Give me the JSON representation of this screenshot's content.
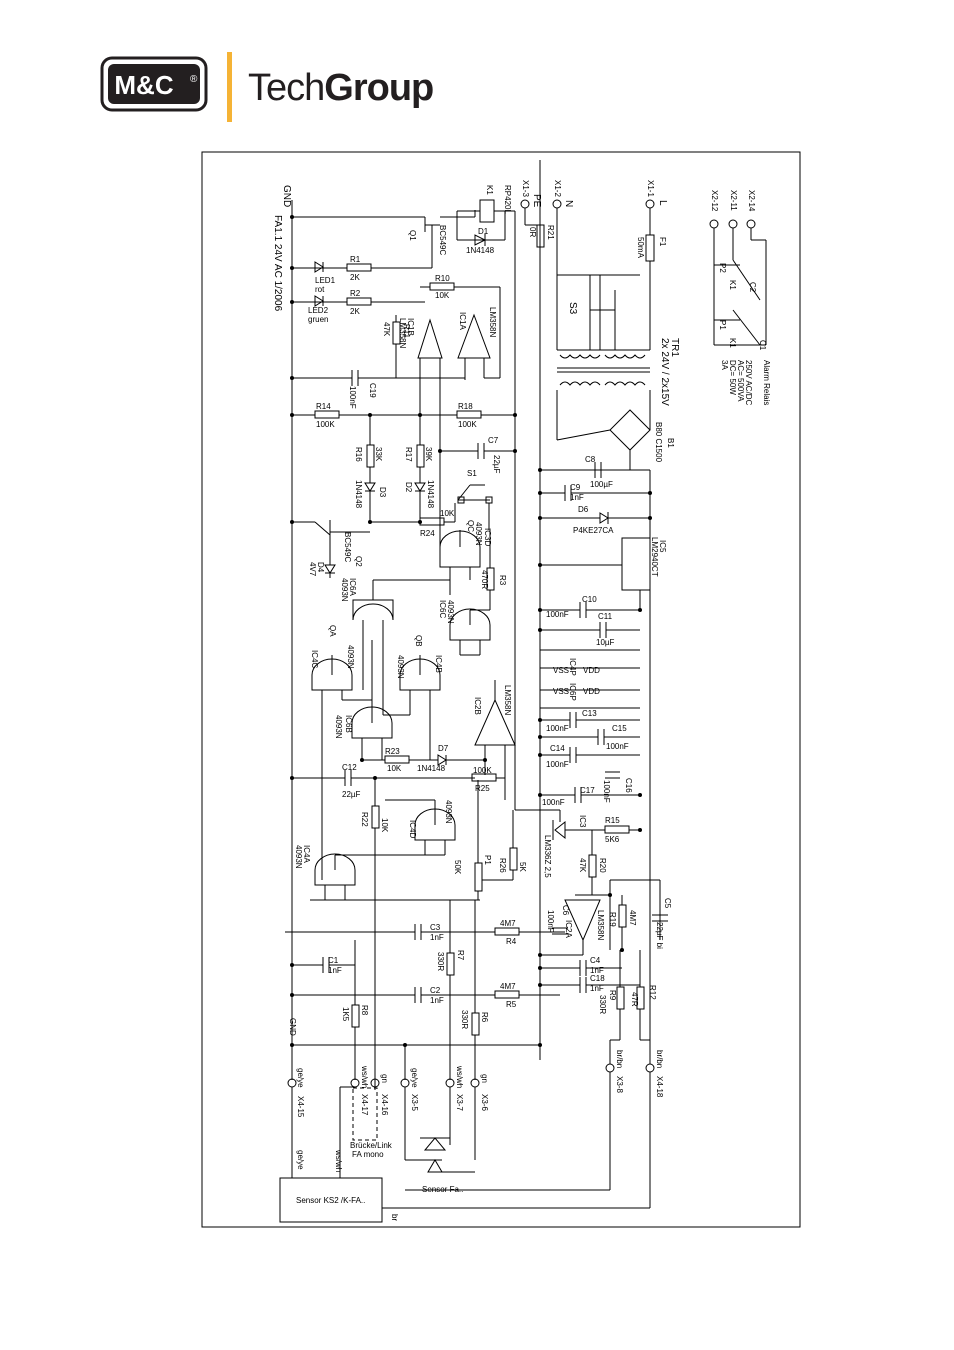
{
  "brand": {
    "mark": "M&C",
    "registered": "®",
    "name_light": "Tech",
    "name_bold": "Group",
    "accent": "#f5b335"
  },
  "frame": {
    "bottom_left": "Sensor KS2 /K-FA..",
    "bottom_right": "br"
  },
  "left_bus": {
    "gnd_top": "GND",
    "fuse_note": "FA1.1 24V AC 1/2006",
    "gnd_bottom": "GND"
  },
  "transistors": {
    "q1": "Q1",
    "q1_type": "BC549C",
    "q2": "Q2",
    "q2_type": "BC549C"
  },
  "relay": {
    "k1": "K1",
    "rp": "RP420L",
    "d1": "D1",
    "d1_type": "1N4148"
  },
  "leds": {
    "led1": "LED1",
    "led1_color": "rot",
    "led2": "LED2",
    "led2_color": "gruen"
  },
  "parts": {
    "r1": "R1",
    "r1v": "2K",
    "r2": "R2",
    "r2v": "2K",
    "r10": "R10",
    "r10v": "10K",
    "r11": "R11",
    "r11v": "47K",
    "c19": "C19",
    "c19v": "100nF",
    "r14": "R14",
    "r14v": "100K",
    "r18": "R18",
    "r18v": "100K",
    "c7": "C7",
    "c7v": "22µF",
    "r16": "R16",
    "r16v": "33K",
    "r17": "R17",
    "r17v": "39K",
    "d3": "D3",
    "d3v": "1N4148",
    "d2": "D2",
    "d2v": "1N4148",
    "s1": "S1",
    "r24": "R24",
    "r24v": "10K",
    "d4": "D4",
    "d4v": "4V7",
    "r3": "R3",
    "r3v": "470R",
    "r23": "R23",
    "r23v": "10K",
    "d7": "D7",
    "d7v": "1N4148",
    "c12": "C12",
    "c12v": "22µF",
    "r25": "R25",
    "r25v": "100K",
    "r22": "R22",
    "r22v": "10K",
    "p1": "P1",
    "p1v": "50K",
    "r26": "R26",
    "r26v": "5K",
    "c3": "C3",
    "c3v": "1nF",
    "r4": "R4",
    "r4v": "4M7",
    "r7": "R7",
    "r7v": "330R",
    "c1": "C1",
    "c1v": "1nF",
    "c2": "C2",
    "c2v": "1nF",
    "r5": "R5",
    "r5v": "4M7",
    "r8": "R8",
    "r8v": "1K5",
    "r6": "R6",
    "r6v": "330R",
    "r21": "R21",
    "r21v": "0R",
    "f1": "F1",
    "f1v": "50mA",
    "s3": "S3",
    "tr1": "TR1",
    "tr1v": "2x 24V / 2x15V",
    "b1": "B1",
    "b1v": "B80 C1500",
    "c8": "C8",
    "c8v": "100µF",
    "c9": "C9",
    "c9v": "1nF",
    "d6": "D6",
    "d6v": "P4KE27CA",
    "ic5": "IC5",
    "ic5v": "LM2940CT",
    "c10": "C10",
    "c10v": "100nF",
    "c11": "C11",
    "c11v": "10µF",
    "c13": "C13",
    "c13v": "100nF",
    "c15": "C15",
    "c15v": "100nF",
    "c14": "C14",
    "c14v": "100nF",
    "c16": "C16",
    "c16v": "100nF",
    "c17": "C17",
    "c17v": "100nF",
    "ic3": "IC3",
    "ic3v": "LM336Z 2,5",
    "r15": "R15",
    "r15v": "5K6",
    "r20": "R20",
    "r20v": "47K",
    "c6": "C6",
    "c6v": "100nF",
    "r19": "R19",
    "r19v": "4M7",
    "c5": "C5",
    "c5v": "22µF bi",
    "c4": "C4",
    "c4v": "1nF",
    "c18": "C18",
    "c18v": "1nF",
    "r9": "R9",
    "r9v": "330R",
    "r12": "R12",
    "r12v": "47R"
  },
  "ics": {
    "ic1b": "IC1B",
    "ic1b_t": "LM358N",
    "ic1a": "IC1A",
    "ic1a_t": "LM358N",
    "ic3d": "IC3D",
    "ic3d_t": "4093N",
    "ic6a": "IC6A",
    "ic6a_t": "4093N",
    "ic6c": "IC6C",
    "ic6c_t": "4093N",
    "ic4c": "IC4C",
    "ic4c_t": "4093N",
    "ic4b": "IC4B",
    "ic4b_t": "4093N",
    "ic6b": "IC6B",
    "ic6b_t": "4093N",
    "ic2b": "IC2B",
    "ic2b_t": "LM358N",
    "ic4d": "IC4D",
    "ic4d_t": "4093N",
    "ic4a": "IC4A",
    "ic4a_t": "4093N",
    "ic2a": "IC2A",
    "ic2a_t": "LM358N",
    "ic4p": "IC4P",
    "ic6p": "IC6P",
    "vss": "VSS",
    "vdd": "VDD",
    "qa": "QA",
    "qb": "QB",
    "qc": "QC"
  },
  "power_terms": {
    "x1_3": "X1-3",
    "pe": "PE",
    "x1_2": "X1-2",
    "n": "N",
    "x1_1": "X1-1",
    "l": "L"
  },
  "alarm": {
    "x2_12": "X2-12",
    "x2_11": "X2-11",
    "x2_14": "X2-14",
    "p2": "P2",
    "p1": "P1",
    "k1": "K1",
    "c1": "C1",
    "c2": "C2",
    "title": "Alarm Relais",
    "spec1": "250V AC/DC",
    "spec2": "AC= 500VA",
    "spec3": "DC= 50W",
    "spec4": "3A"
  },
  "bottom_terms": [
    {
      "term": "X4-15",
      "wire": "ge/ye"
    },
    {
      "term": "X4-17",
      "wire": "ws/wh"
    },
    {
      "term": "X4-16",
      "wire": "gn"
    },
    {
      "term": "X3-5",
      "wire": "ge/ye"
    },
    {
      "term": "X3-7",
      "wire": "ws/wh"
    },
    {
      "term": "X3-6",
      "wire": "gn"
    },
    {
      "term": "X3-8",
      "wire": "br/bn"
    },
    {
      "term": "X4-18",
      "wire": "br/bn"
    }
  ],
  "bridge": {
    "line1": "Brücke/Link",
    "line2": "FA mono"
  },
  "sensor_fa": "Sensor Fa..",
  "sensor_wires": {
    "left": "ge/ye",
    "right": "ws/wh"
  }
}
